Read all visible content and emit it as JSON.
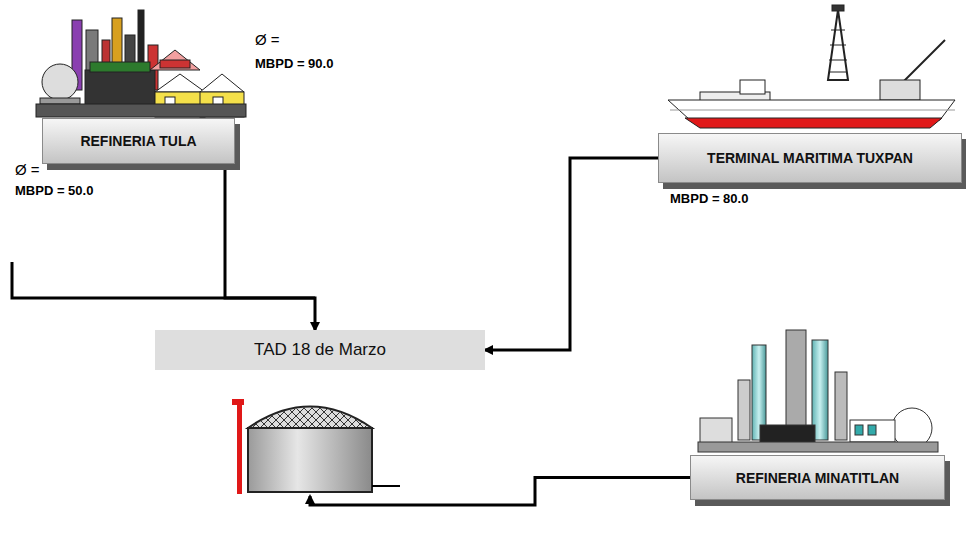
{
  "diagram": {
    "nodes": [
      {
        "text": [
          "REFINERIA TULA"
        ]
      },
      {
        "text": [
          "TERMINAL  MARITIMA TUXPAN"
        ]
      },
      {
        "text": [
          "TAD 18 de Marzo"
        ]
      },
      {
        "text": [
          "REFINERIA MINATITLAN"
        ]
      }
    ],
    "edges": [
      {
        "from": 0,
        "to": 2,
        "arrow": "to"
      },
      {
        "from": 1,
        "to": 2,
        "arrow": "to"
      },
      {
        "from": 3,
        "to": 2,
        "arrow": "to"
      }
    ],
    "labels": [
      "Ø =",
      "MBPD = 90.0",
      "Ø =",
      "MBPD = 50.0",
      "MBPD = 80.0"
    ]
  }
}
